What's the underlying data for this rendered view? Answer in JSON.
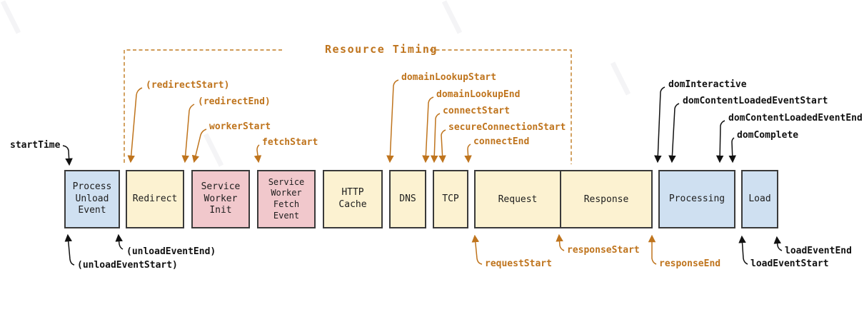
{
  "diagram_title": "Resource Timing",
  "colors": {
    "orange_accent": "#bf741d",
    "dark_text": "#111111",
    "box_border": "#3a3a3a",
    "blue_fill": "#cfe0f1",
    "yellow_fill": "#fcf2d1",
    "pink_fill": "#f1c8cc"
  },
  "boxes": {
    "process_unload": {
      "label": "Process\nUnload\nEvent",
      "type": "blue"
    },
    "redirect": {
      "label": "Redirect",
      "type": "yellow"
    },
    "sw_init": {
      "label": "Service\nWorker\nInit",
      "type": "pink"
    },
    "sw_fetch": {
      "label": "Service\nWorker\nFetch\nEvent",
      "type": "pink"
    },
    "http_cache": {
      "label": "HTTP\nCache",
      "type": "yellow"
    },
    "dns": {
      "label": "DNS",
      "type": "yellow"
    },
    "tcp": {
      "label": "TCP",
      "type": "yellow"
    },
    "request": {
      "label": "Request",
      "type": "yellow"
    },
    "response": {
      "label": "Response",
      "type": "yellow"
    },
    "processing": {
      "label": "Processing",
      "type": "blue"
    },
    "load": {
      "label": "Load",
      "type": "blue"
    }
  },
  "annotations": {
    "start_time": {
      "text": "startTime",
      "color": "black"
    },
    "redirect_start": {
      "text": "(redirectStart)",
      "color": "orange"
    },
    "redirect_end": {
      "text": "(redirectEnd)",
      "color": "orange"
    },
    "worker_start": {
      "text": "workerStart",
      "color": "orange"
    },
    "fetch_start": {
      "text": "fetchStart",
      "color": "orange"
    },
    "domain_lookup_start": {
      "text": "domainLookupStart",
      "color": "orange"
    },
    "domain_lookup_end": {
      "text": "domainLookupEnd",
      "color": "orange"
    },
    "connect_start": {
      "text": "connectStart",
      "color": "orange"
    },
    "secure_connection_start": {
      "text": "secureConnectionStart",
      "color": "orange"
    },
    "connect_end": {
      "text": "connectEnd",
      "color": "orange"
    },
    "dom_interactive": {
      "text": "domInteractive",
      "color": "black"
    },
    "dom_content_loaded_event_start": {
      "text": "domContentLoadedEventStart",
      "color": "black"
    },
    "dom_content_loaded_event_end": {
      "text": "domContentLoadedEventEnd",
      "color": "black"
    },
    "dom_complete": {
      "text": "domComplete",
      "color": "black"
    },
    "unload_event_start": {
      "text": "(unloadEventStart)",
      "color": "black"
    },
    "unload_event_end": {
      "text": "(unloadEventEnd)",
      "color": "black"
    },
    "request_start": {
      "text": "requestStart",
      "color": "orange"
    },
    "response_start": {
      "text": "responseStart",
      "color": "orange"
    },
    "response_end": {
      "text": "responseEnd",
      "color": "orange"
    },
    "load_event_start": {
      "text": "loadEventStart",
      "color": "black"
    },
    "load_event_end": {
      "text": "loadEventEnd",
      "color": "black"
    }
  }
}
